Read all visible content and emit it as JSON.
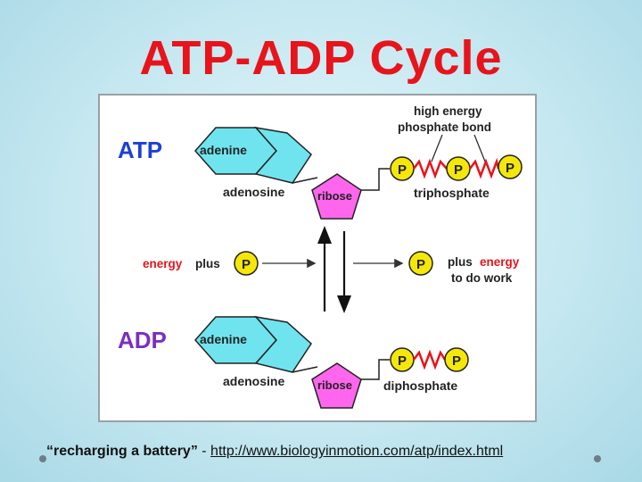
{
  "slide": {
    "title": "ATP-ADP Cycle",
    "caption_quote": "“recharging a battery”",
    "caption_sep": " - ",
    "caption_link": "http://www.biologyinmotion.com/atp/index.html"
  },
  "diagram": {
    "atp_label": "ATP",
    "adp_label": "ADP",
    "adenine": "adenine",
    "adenosine": "adenosine",
    "ribose": "ribose",
    "phosphate": "P",
    "high_energy_line1": "high energy",
    "high_energy_line2": "phosphate bond",
    "triphosphate": "triphosphate",
    "diphosphate": "diphosphate",
    "energy_left_word": "energy",
    "plus_left": "plus",
    "plus_right": "plus",
    "energy_right_word": "energy",
    "to_do_work": "to do work"
  },
  "colors": {
    "title": "#e8141b",
    "label_blue": "#1d3fd6",
    "adp_purple": "#7b2fbe",
    "adenine_fill": "#6fe4ef",
    "ribose_fill": "#ff66ee",
    "phosphate_fill": "#f5e70a",
    "bond": "#e8141b",
    "energy_text": "#e8141b"
  }
}
